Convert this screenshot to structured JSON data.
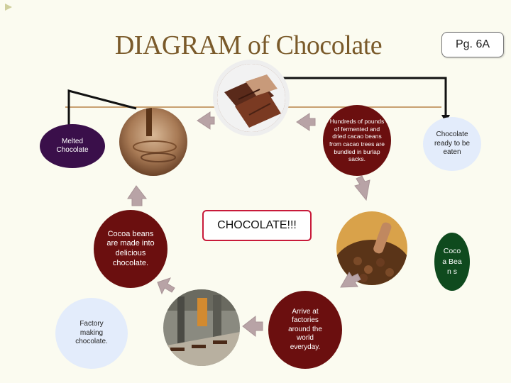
{
  "title": "DIAGRAM of Chocolate",
  "page_label": "Pg. 6A",
  "nodes": {
    "melted": "Melted Chocolate",
    "hundreds": "Hundreds of pounds of fermented and dried cacao beans from cacao trees are bundled in burlap sacks.",
    "ready": "Chocolate ready to be eaten",
    "cocoa_beans_made": "Cocoa beans are made into delicious chocolate.",
    "chocolate_label": "CHOCOLATE!!!",
    "cocoa_bean": "Coco a Bean s",
    "factory_making": "Factory making chocolate.",
    "arrive": "Arrive at factories around the world everyday."
  },
  "colors": {
    "title": "#7a5a2a",
    "oval_purple": "#3a0f4a",
    "oval_dark_red": "#6b0f0f",
    "oval_blue": "#e3ecfb",
    "oval_green": "#0f4a1e",
    "arrow_fill": "#b8a3a6",
    "line": "#c8a070"
  }
}
